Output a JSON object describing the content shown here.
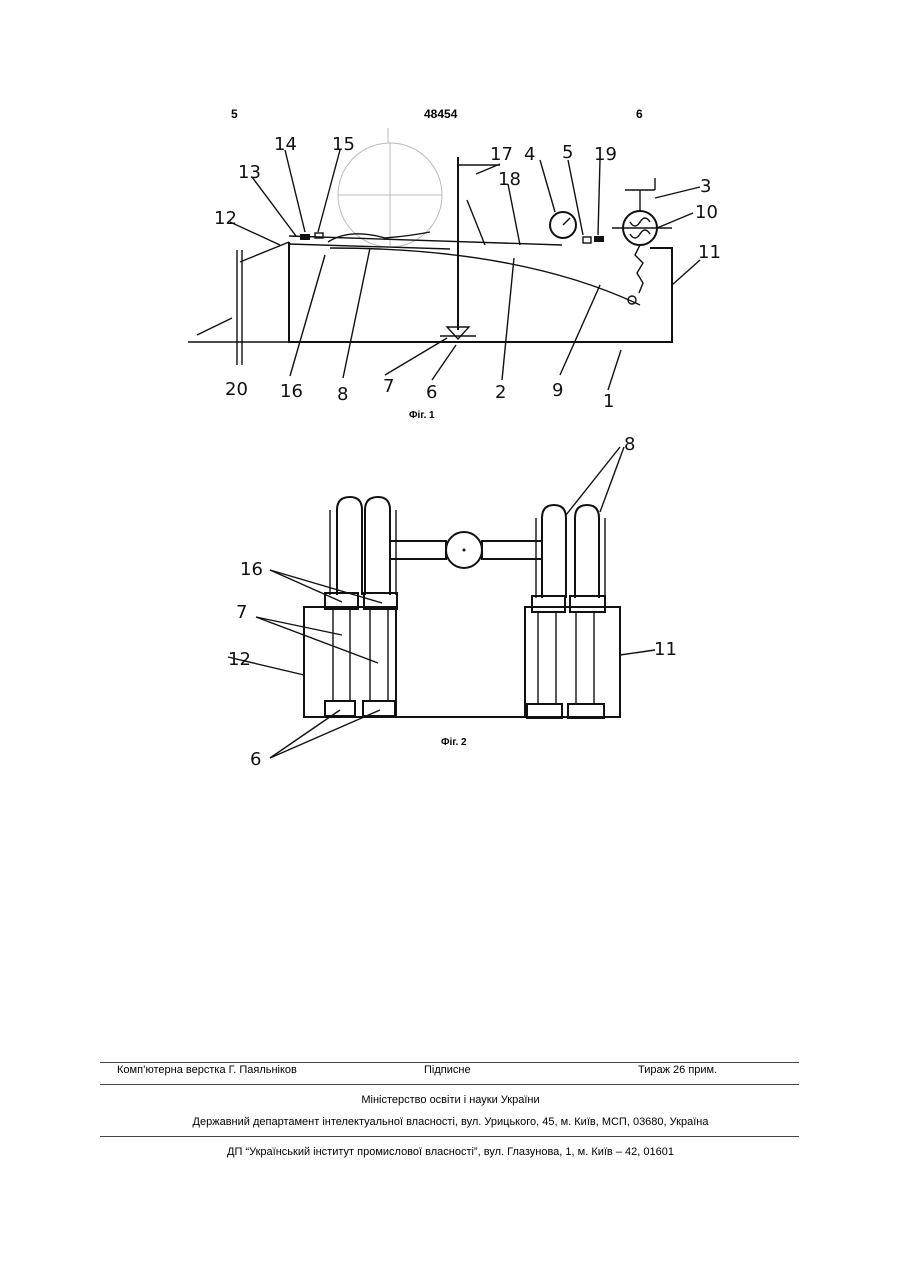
{
  "header": {
    "left_page": "5",
    "patent_number": "48454",
    "right_page": "6"
  },
  "figure1": {
    "caption": "Фіг. 1",
    "labels": [
      "14",
      "15",
      "13",
      "12",
      "17",
      "4",
      "5",
      "19",
      "3",
      "18",
      "10",
      "11",
      "20",
      "16",
      "8",
      "7",
      "6",
      "2",
      "9",
      "1"
    ]
  },
  "figure2": {
    "caption": "Фіг. 2",
    "labels": [
      "8",
      "16",
      "7",
      "12",
      "11",
      "6"
    ]
  },
  "footer": {
    "typesetting": "Комп’ютерна верстка Г. Паяльніков",
    "signed": "Підписне",
    "circulation": "Тираж 26 прим.",
    "ministry": "Міністерство освіти і науки України",
    "department": "Державний департамент інтелектуальної власності, вул. Урицького, 45, м. Київ, МСП, 03680, Україна",
    "institute": "ДП “Український інститут промислової власності”, вул. Глазунова, 1, м. Київ – 42, 01601"
  }
}
